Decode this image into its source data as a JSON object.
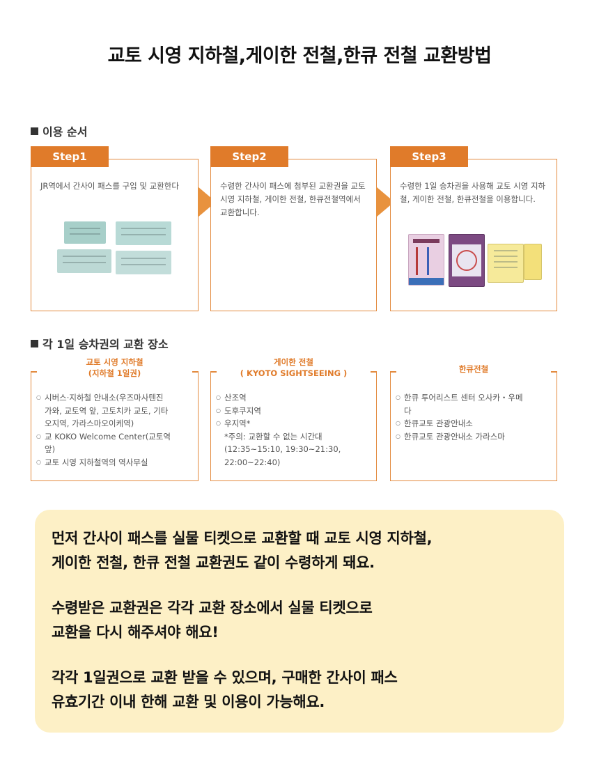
{
  "title": "교토 시영 지하철,게이한 전철,한큐 전철 교환방법",
  "section_usage": "이용 순서",
  "steps": [
    {
      "label": "Step1",
      "text": "JR역에서 간사이 패스를 구입 및 교환한다"
    },
    {
      "label": "Step2",
      "text": "수령한 간사이 패스에 첨부된 교환권을 교토 시영 지하철, 게이한 전철, 한큐전철역에서 교환합니다."
    },
    {
      "label": "Step3",
      "text": "수령한 1일 승차권을 사용해 교토 시영 지하철, 게이한 전철, 한큐전철을 이용합니다."
    }
  ],
  "section_places": "각 1일 승차권의 교환 장소",
  "places": [
    {
      "title_line1": "교토 시영 지하철",
      "title_line2": "(지하철 1일권)",
      "items": [
        {
          "text": "시버스·지하철 안내소(우즈마사텐진",
          "bullet": true
        },
        {
          "text": "가와, 교토역 앞, 고토치카 교토, 기타",
          "bullet": false
        },
        {
          "text": "오지역, 가라스마오이케역)",
          "bullet": false
        },
        {
          "text": "교 KOKO Welcome Center(교토역",
          "bullet": true
        },
        {
          "text": "앞)",
          "bullet": false
        },
        {
          "text": "교토 시영 지하철역의 역사무실",
          "bullet": true
        }
      ]
    },
    {
      "title_line1": "게이한 전철",
      "title_line2": "( KYOTO SIGHTSEEING )",
      "items": [
        {
          "text": "산조역",
          "bullet": true
        },
        {
          "text": "도후쿠지역",
          "bullet": true
        },
        {
          "text": "우지역*",
          "bullet": true
        },
        {
          "text": "*주의: 교환할 수 없는 시간대",
          "bullet": false
        },
        {
          "text": "(12:35~15:10, 19:30~21:30,",
          "bullet": false
        },
        {
          "text": "22:00~22:40)",
          "bullet": false
        }
      ]
    },
    {
      "title_line1": "한큐전철",
      "title_line2": "",
      "items": [
        {
          "text": "한큐 투어리스트 센터 오사카・우메",
          "bullet": true
        },
        {
          "text": "다",
          "bullet": false
        },
        {
          "text": "한큐교토 관광안내소",
          "bullet": true
        },
        {
          "text": "한큐교토 관광안내소 가라스마",
          "bullet": true
        }
      ]
    }
  ],
  "info": {
    "p1_line1": "먼저 간사이 패스를 실물 티켓으로 교환할 때 교토 시영 지하철,",
    "p1_line2": "게이한 전철, 한큐 전철 교환권도 같이 수령하게 돼요.",
    "p2_line1": "수령받은 교환권은 각각 교환 장소에서 실물 티켓으로",
    "p2_line2": "교환을 다시 해주셔야 해요!",
    "p3_line1": "각각 1일권으로 교환 받을 수 있으며, 구매한 간사이 패스",
    "p3_line2": "유효기간 이내 한해 교환 및 이용이 가능해요."
  },
  "colors": {
    "accent": "#e07b2a",
    "border": "#e38a3e",
    "info_bg": "#fdf0c6"
  }
}
